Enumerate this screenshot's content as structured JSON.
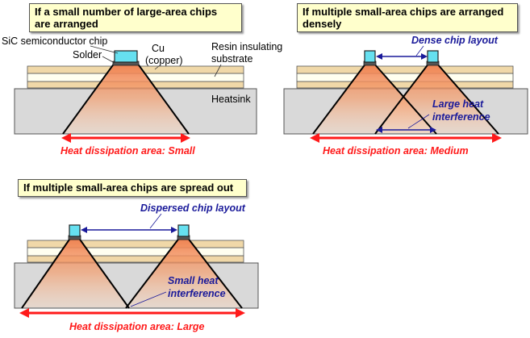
{
  "panels": [
    {
      "title_line1": "If a small number of large-area chips",
      "title_line2": "are arranged",
      "label_sic_chip": "SiC semiconductor chip",
      "label_solder": "Solder",
      "label_cu": "Cu",
      "label_copper": "(copper)",
      "label_resin1": "Resin insulating",
      "label_resin2": "substrate",
      "label_heatsink": "Heatsink",
      "area_label": "Heat dissipation area: Small"
    },
    {
      "title_line1": "If multiple small-area chips are arranged",
      "title_line2": "densely",
      "annotation_layout": "Dense chip layout",
      "annotation_interference1": "Large heat",
      "annotation_interference2": "interference",
      "area_label": "Heat dissipation area: Medium"
    },
    {
      "title_line1": "If multiple small-area chips are spread out",
      "annotation_layout": "Dispersed chip layout",
      "annotation_interference1": "Small heat",
      "annotation_interference2": "interference",
      "area_label": "Heat dissipation area: Large"
    }
  ],
  "colors": {
    "box_fill": "#ffffcc",
    "heatsink": "#d9d9d9",
    "copper_layer": "#f0d8a8",
    "resin_layer": "#fffff0",
    "chip": "#66e0f0",
    "heat_cone": "#f4a070",
    "arrow_red": "#ff1a1a",
    "arrow_blue": "#1a1a9a",
    "annotation_blue": "#1a1a9a"
  }
}
